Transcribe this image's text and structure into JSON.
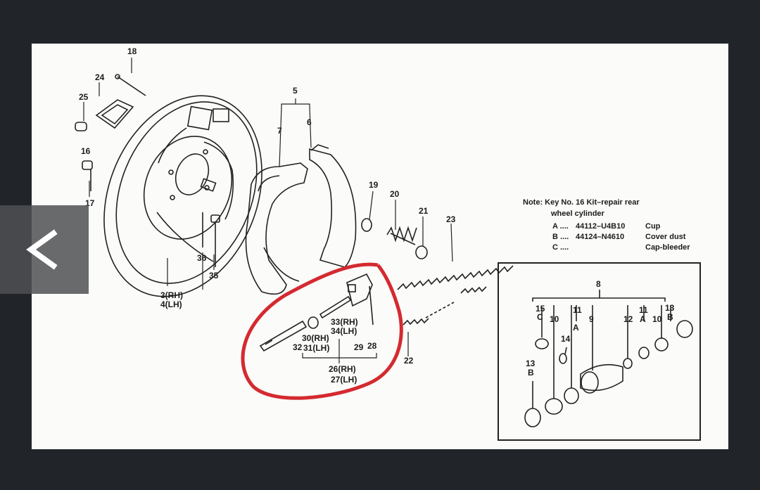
{
  "viewer": {
    "back_icon": "chevron-left-icon"
  },
  "diagram": {
    "labels": {
      "l18": "18",
      "l24": "24",
      "l25": "25",
      "l16": "16",
      "l17": "17",
      "l5": "5",
      "l7": "7",
      "l6": "6",
      "l19": "19",
      "l20": "20",
      "l21": "21",
      "l23": "23",
      "l36": "36",
      "l35": "35",
      "l3": "3(RH)",
      "l4": "4(LH)",
      "l33": "33(RH)",
      "l34": "34(LH)",
      "l30": "30(RH)",
      "l31": "31(LH)",
      "l32": "32",
      "l29": "29",
      "l28": "28",
      "l26": "26(RH)",
      "l27": "27(LH)",
      "l22": "22",
      "d8": "8",
      "d15": "15",
      "dC": "C",
      "d10a": "10",
      "d11a": "11",
      "dAa": "A",
      "d9": "9",
      "d12": "12",
      "d11b": "11",
      "dAb": "A",
      "d10b": "10",
      "d13a": "13",
      "dBa": "B",
      "d14": "14",
      "d13b": "13",
      "dBb": "B"
    },
    "note": {
      "line1": "Note: Key No. 16 Kit–repair rear",
      "line2": "wheel cylinder",
      "rows": [
        {
          "key": "A ....",
          "part": "44112–U4B10",
          "desc": "Cup"
        },
        {
          "key": "B ....",
          "part": "44124–N4610",
          "desc": "Cover dust"
        },
        {
          "key": "C ....",
          "part": "",
          "desc": "Cap-bleeder"
        }
      ]
    },
    "highlight_color": "#d42a30"
  }
}
